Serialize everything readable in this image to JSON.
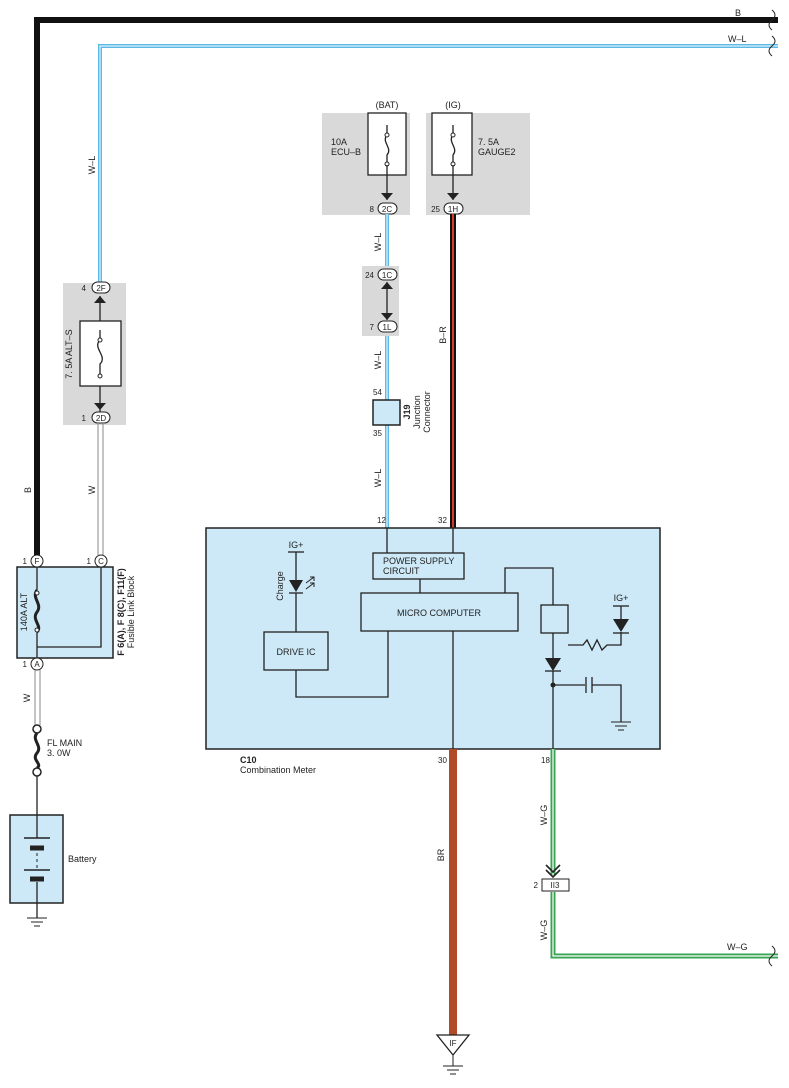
{
  "wires": {
    "top_b": "B",
    "top_wl": "W–L",
    "left_wl": "W–L",
    "left_b": "B",
    "left_w": "W",
    "bat_w": "W",
    "bat_wl_1": "W–L",
    "bat_wl_2": "W–L",
    "bat_wl_3": "W–L",
    "ig_br": "B–R",
    "br": "BR",
    "wg_1": "W–G",
    "wg_2": "W–G",
    "wg_right": "W–G"
  },
  "fuses": {
    "bat_source": "(BAT)",
    "bat_fuse_amp": "10A",
    "bat_fuse_name": "ECU–B",
    "ig_source": "(IG)",
    "ig_fuse_amp": "7. 5A",
    "ig_fuse_name": "GAUGE2",
    "alt_s": "7. 5A ALT–S",
    "alt": "140A ALT",
    "fl_main_1": "FL MAIN",
    "fl_main_2": "3. 0W"
  },
  "connectors": {
    "c2f": "2F",
    "c2f_pin": "4",
    "c2d": "2D",
    "c2d_pin": "1",
    "c2c": "2C",
    "c2c_pin": "8",
    "c1h": "1H",
    "c1h_pin": "25",
    "c1c": "1C",
    "c1c_pin": "24",
    "c1l": "1L",
    "c1l_pin": "7",
    "j19_pin_top": "54",
    "j19_pin_bot": "35",
    "fb_f": "F",
    "fb_f_pin": "1",
    "fb_c": "C",
    "fb_c_pin": "1",
    "fb_a": "A",
    "fb_a_pin": "1",
    "ii3": "II3",
    "ii3_pin": "2",
    "ground_if": "IF"
  },
  "components": {
    "j19_id": "J19",
    "j19_name_1": "Junction",
    "j19_name_2": "Connector",
    "fusible_id": "F 6(A), F 8(C), F11(F)",
    "fusible_name": "Fusible Link Block",
    "battery": "Battery",
    "meter_id": "C10",
    "meter_name": "Combination Meter"
  },
  "meter": {
    "pin_12": "12",
    "pin_32": "32",
    "pin_30": "30",
    "pin_18": "18",
    "ig_plus_1": "IG+",
    "ig_plus_2": "IG+",
    "charge": "Charge",
    "power_supply_1": "POWER SUPPLY",
    "power_supply_2": "CIRCUIT",
    "micro_computer": "MICRO COMPUTER",
    "drive_ic": "DRIVE IC"
  }
}
